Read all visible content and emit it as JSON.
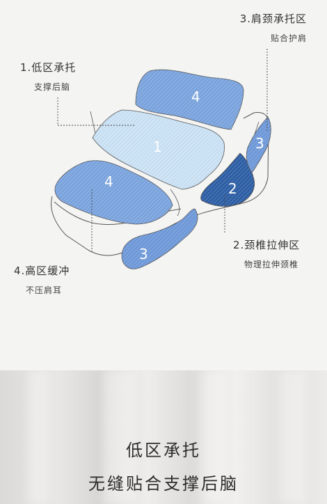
{
  "zones": {
    "z1": {
      "number": "1",
      "title": "1.低区承托",
      "desc": "支撑后脑"
    },
    "z2": {
      "number": "2",
      "title": "2.颈椎拉伸区",
      "desc": "物理拉伸颈椎"
    },
    "z3": {
      "number": "3",
      "title": "3.肩颈承托区",
      "desc": "贴合护肩"
    },
    "z4": {
      "number": "4",
      "title": "4.高区缓冲",
      "desc": "不压肩耳"
    }
  },
  "headline": {
    "line1": "低区承托",
    "line2": "无缝贴合支撑后脑"
  },
  "colors": {
    "zone1": "#cfe4f5",
    "zone2": "#2d5ea4",
    "zone3": "#6e98d8",
    "zone4": "#7aa3dd",
    "outline": "#555555"
  }
}
